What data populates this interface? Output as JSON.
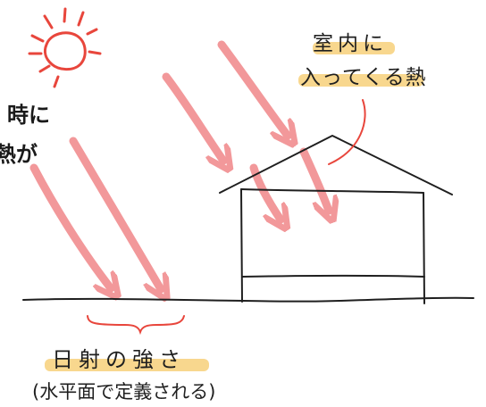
{
  "partial_text": {
    "line1": "時に",
    "line2": "熱が"
  },
  "labels": {
    "indoor_heat_line1": "室内に",
    "indoor_heat_line2": "入ってくる熱",
    "solar_intensity": "日射の強さ",
    "definition_note": "(水平面で定義される)"
  },
  "colors": {
    "sun": "#e8463c",
    "ray": "#f2989a",
    "highlight": "#f8d78e",
    "ink": "#1f1f1f",
    "callout": "#e8463c"
  },
  "icons": {
    "sun": "sun-icon"
  }
}
